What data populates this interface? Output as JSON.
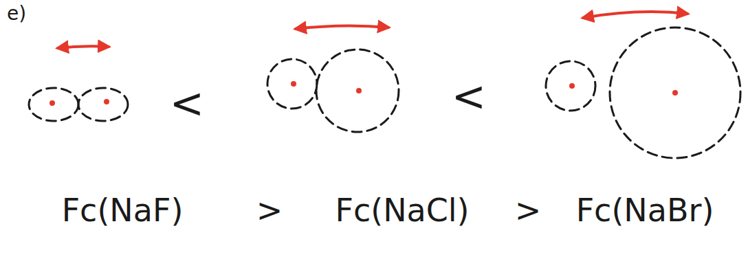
{
  "diagram": {
    "labels": [
      "e)",
      "<",
      "<",
      "Fc(NaF)",
      ">",
      "Fc(NaCl)",
      ">",
      "Fc(NaBr)"
    ]
  }
}
